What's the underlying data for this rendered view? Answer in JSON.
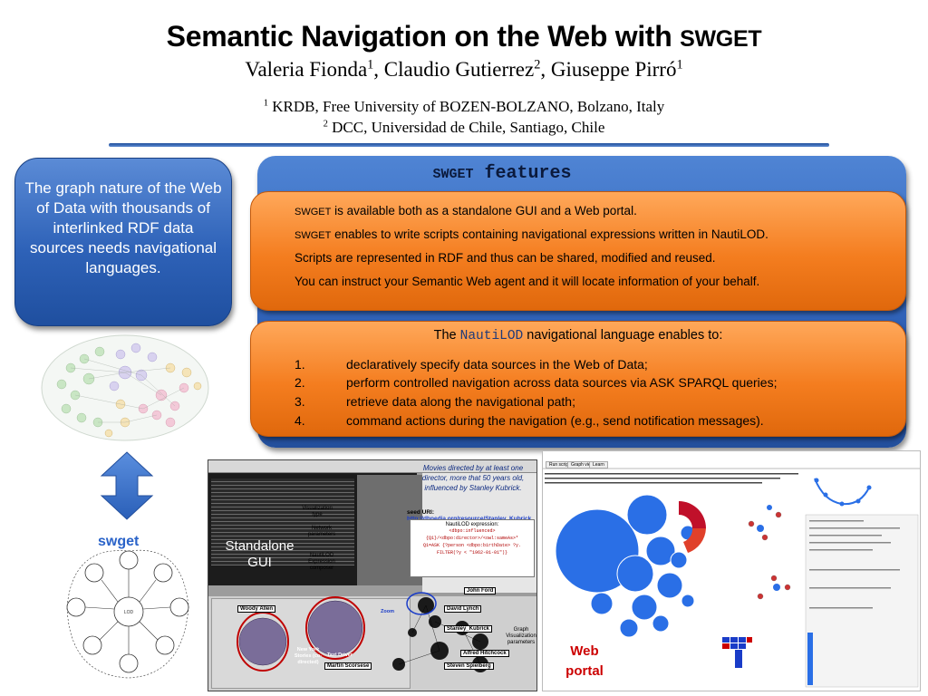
{
  "header": {
    "title_main": "Semantic Navigation on the Web with",
    "title_swget": "SWGET",
    "authors": [
      {
        "name": "Valeria Fionda",
        "sup": "1",
        "sep": ", "
      },
      {
        "name": "Claudio Gutierrez",
        "sup": "2",
        "sep": ", "
      },
      {
        "name": "Giuseppe Pirró",
        "sup": "1",
        "sep": ""
      }
    ],
    "affiliation_1_sup": "1",
    "affiliation_1": "KRDB, Free University of BOZEN-BOLZANO, Bolzano, Italy",
    "affiliation_2_sup": "2",
    "affiliation_2": "DCC, Universidad de Chile, Santiago, Chile"
  },
  "left_box": {
    "text": "The graph nature of the Web of Data with thousands of interlinked RDF data sources needs navigational languages."
  },
  "features": {
    "title_swget": "SWGET",
    "title_rest": "features",
    "items": [
      {
        "prefix": "SWGET",
        "text": "is available both as a standalone GUI and a Web portal."
      },
      {
        "prefix": "SWGET",
        "text": "enables to write scripts containing navigational expressions written in NautiLOD."
      },
      {
        "prefix": "",
        "text": "Scripts are represented in RDF and thus can be shared, modified and reused."
      },
      {
        "prefix": "",
        "text": "You can instruct your Semantic Web agent and it will locate information of your behalf."
      }
    ]
  },
  "nautilod": {
    "intro_before": "The",
    "intro_name": "NautiLOD",
    "intro_after": "navigational language enables to:",
    "items": [
      {
        "num": "1.",
        "text": "declaratively specify data sources in the Web of Data;"
      },
      {
        "num": "2.",
        "text": "perform controlled navigation across data sources via ASK SPARQL queries;"
      },
      {
        "num": "3.",
        "text": "retrieve data along the navigational path;"
      },
      {
        "num": "4.",
        "text": "command actions during the navigation (e.g., send notification messages)."
      }
    ]
  },
  "swget_logo": "swget",
  "gui": {
    "label_line1": "Standalone",
    "label_line2": "GUI",
    "viz_type": "Visualization type",
    "network_params": "Network parameters",
    "expr_composer": "NautiLOD Expression composer",
    "graph_viz_params": "Graph Visualization parameters",
    "zoom": "Zoom",
    "movie_question": "Movies directed by at least one director, more that 50 years old, influenced by Stanley Kubrick.",
    "seed_label": "seed URI:",
    "seed_url": "http://dbpedia.org/resource/Stanley_Kubrick",
    "expr_title": "NautiLOD expression:",
    "expr_line1": "<dbpo:influenced>{Q1}/<dbpo:director>/<owl:sameAs>*",
    "expr_line2": "Q1=ASK {?person <dbpo:birthDate> ?y.",
    "expr_line3": "FILTER(?y < \"1962-01-01\")}",
    "nodes": {
      "woody_allen": "Woody Allen",
      "john_ford": "John Ford",
      "david_lynch": "David Lynch",
      "stanley_kubrick": "Stanley_Kubrick",
      "alfred_hitchcock": "Alfred Hitchcock",
      "steven_spielberg": "Steven Spielberg",
      "martin_scorsese": "Martin Scorsese",
      "new_york_stories": "New York Stories (co-directed)",
      "taxi_driver": "Taxi Driver"
    }
  },
  "web": {
    "label_line1": "Web",
    "label_line2": "portal",
    "tabs": [
      "Run script",
      "Graph view",
      "Learn"
    ]
  }
}
